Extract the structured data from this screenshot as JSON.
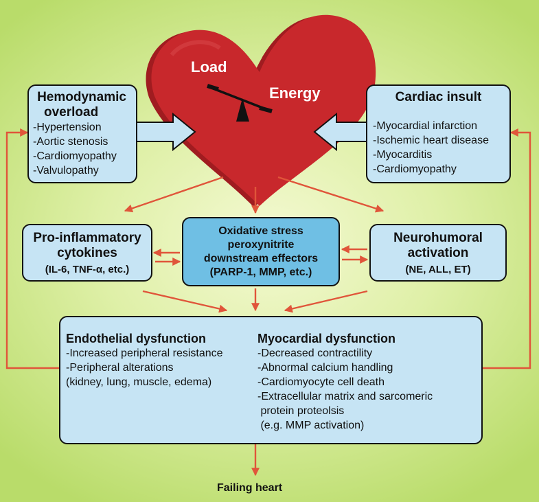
{
  "heart": {
    "load_label": "Load",
    "energy_label": "Energy"
  },
  "hemodynamic": {
    "title_line1": "Hemodynamic",
    "title_line2": "overload",
    "items": [
      "-Hypertension",
      "-Aortic stenosis",
      "-Cardiomyopathy",
      "-Valvulopathy"
    ]
  },
  "cardiac_insult": {
    "title": "Cardiac insult",
    "items": [
      "-Myocardial infarction",
      "-Ischemic heart disease",
      "-Myocarditis",
      "-Cardiomyopathy"
    ]
  },
  "proinflammatory": {
    "title_line1": "Pro-inflammatory",
    "title_line2": "cytokines",
    "detail": "(IL-6, TNF-α, etc.)"
  },
  "oxidative": {
    "line1": "Oxidative stress",
    "line2": "peroxynitrite",
    "line3": "downstream effectors",
    "line4": "(PARP-1, MMP, etc.)"
  },
  "neurohumoral": {
    "title_line1": "Neurohumoral",
    "title_line2": "activation",
    "detail": "(NE, ALL, ET)"
  },
  "endothelial": {
    "title": "Endothelial dysfunction",
    "items": [
      "-Increased peripheral resistance",
      "-Peripheral alterations",
      "(kidney, lung, muscle, edema)"
    ]
  },
  "myocardial": {
    "title": "Myocardial dysfunction",
    "items": [
      "-Decreased contractility",
      "-Abnormal calcium handling",
      "-Cardiomyocyte cell death",
      "-Extracellular matrix and sarcomeric",
      " protein proteolsis",
      " (e.g. MMP activation)"
    ]
  },
  "outcome": {
    "label": "Failing heart"
  },
  "colors": {
    "heart": "#c8282c",
    "heart_shadow": "#a01c20",
    "arrow": "#e0553a",
    "box": "#c6e4f4",
    "box_center": "#6fbfe4"
  }
}
